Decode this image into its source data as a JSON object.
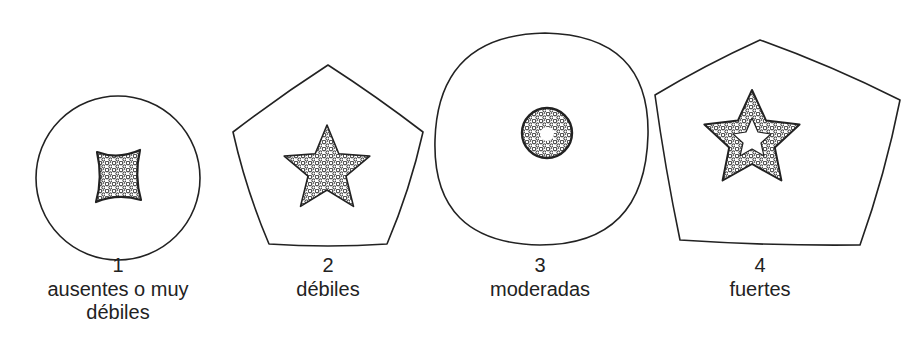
{
  "diagram": {
    "labels": [
      "1",
      "ausentes o muy débiles",
      "2",
      "débiles",
      "3",
      "moderadas",
      "4",
      "fuertes"
    ]
  }
}
